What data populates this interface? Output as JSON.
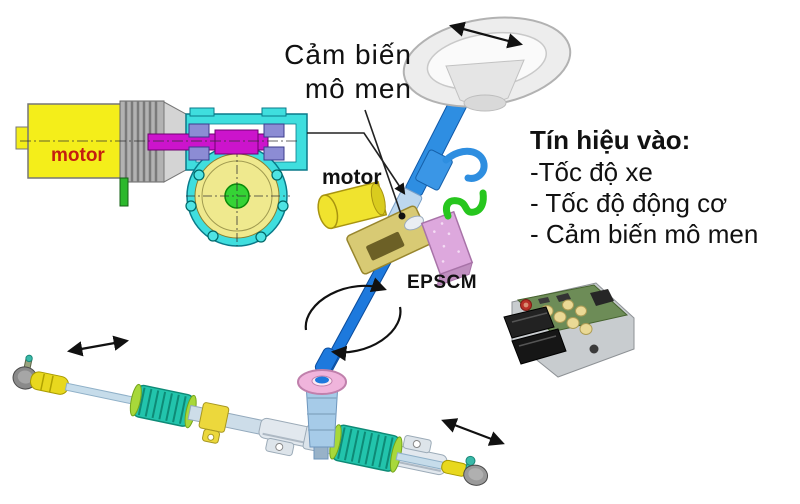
{
  "labels": {
    "torque_sensor_line1": "Cảm biến",
    "torque_sensor_line2": "mô men",
    "motor_inset": "motor",
    "motor_column": "motor",
    "epscm": "EPSCM"
  },
  "signals": {
    "heading": "Tín hiệu vào:",
    "items": [
      "-Tốc độ xe",
      "- Tốc độ động cơ",
      "- Cảm biến mô men"
    ]
  },
  "colors": {
    "background": "#ffffff",
    "label_text": "#111111",
    "motor_text_red": "#c41e10",
    "inset_motor_yellow": "#f4ee1a",
    "inset_housing_cyan": "#3fdede",
    "inset_shaft_magenta": "#cc14cc",
    "inset_gear_yellow": "#efe98e",
    "inset_hub_green": "#35d335",
    "column_blue": "#2e8ee2",
    "sensor_silver_blue": "#bdd7ee",
    "assist_motor_yellow": "#f0e32e",
    "gear_housing_khaki": "#d8ca74",
    "epscm_pink": "#dda8dd",
    "wire_green": "#27c61e",
    "bellows_teal": "#22c4ac",
    "rack_tube_gray": "#cddde9",
    "tie_rod_yellow": "#e8d81e",
    "arrow_black": "#111111"
  }
}
